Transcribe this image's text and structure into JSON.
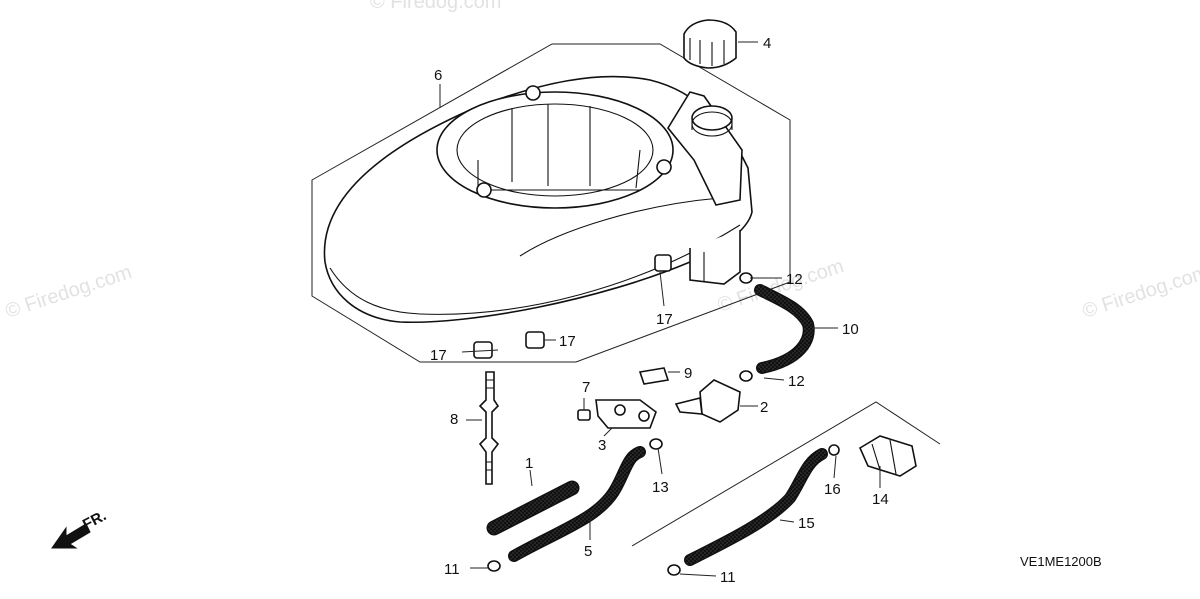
{
  "watermark": "© Firedog.com",
  "diagram_code": "VE1ME1200B",
  "front_indicator": "FR.",
  "callouts": [
    "1",
    "2",
    "3",
    "4",
    "5",
    "6",
    "7",
    "8",
    "9",
    "10",
    "11",
    "11",
    "12",
    "12",
    "13",
    "14",
    "15",
    "16",
    "17",
    "17",
    "17"
  ],
  "colors": {
    "ink": "#111111",
    "watermark": "#e2e2e2",
    "background": "#ffffff"
  },
  "icons": [
    "front-direction-arrow-icon"
  ]
}
